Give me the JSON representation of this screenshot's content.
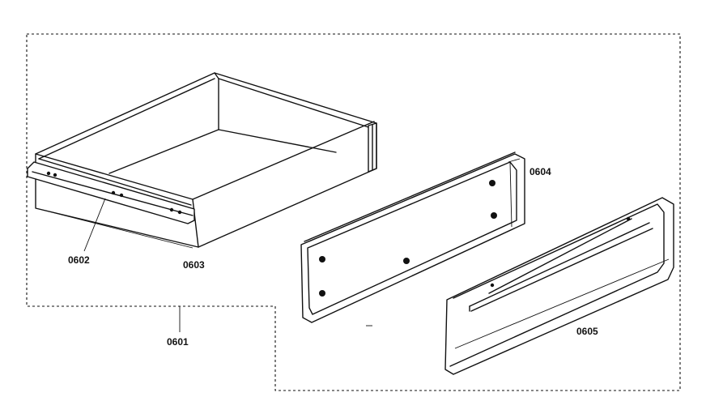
{
  "diagram": {
    "parts": [
      {
        "id": "0601",
        "label": "0601"
      },
      {
        "id": "0602",
        "label": "0602"
      },
      {
        "id": "0603",
        "label": "0603"
      },
      {
        "id": "0604",
        "label": "0604"
      },
      {
        "id": "0605",
        "label": "0605"
      }
    ]
  }
}
